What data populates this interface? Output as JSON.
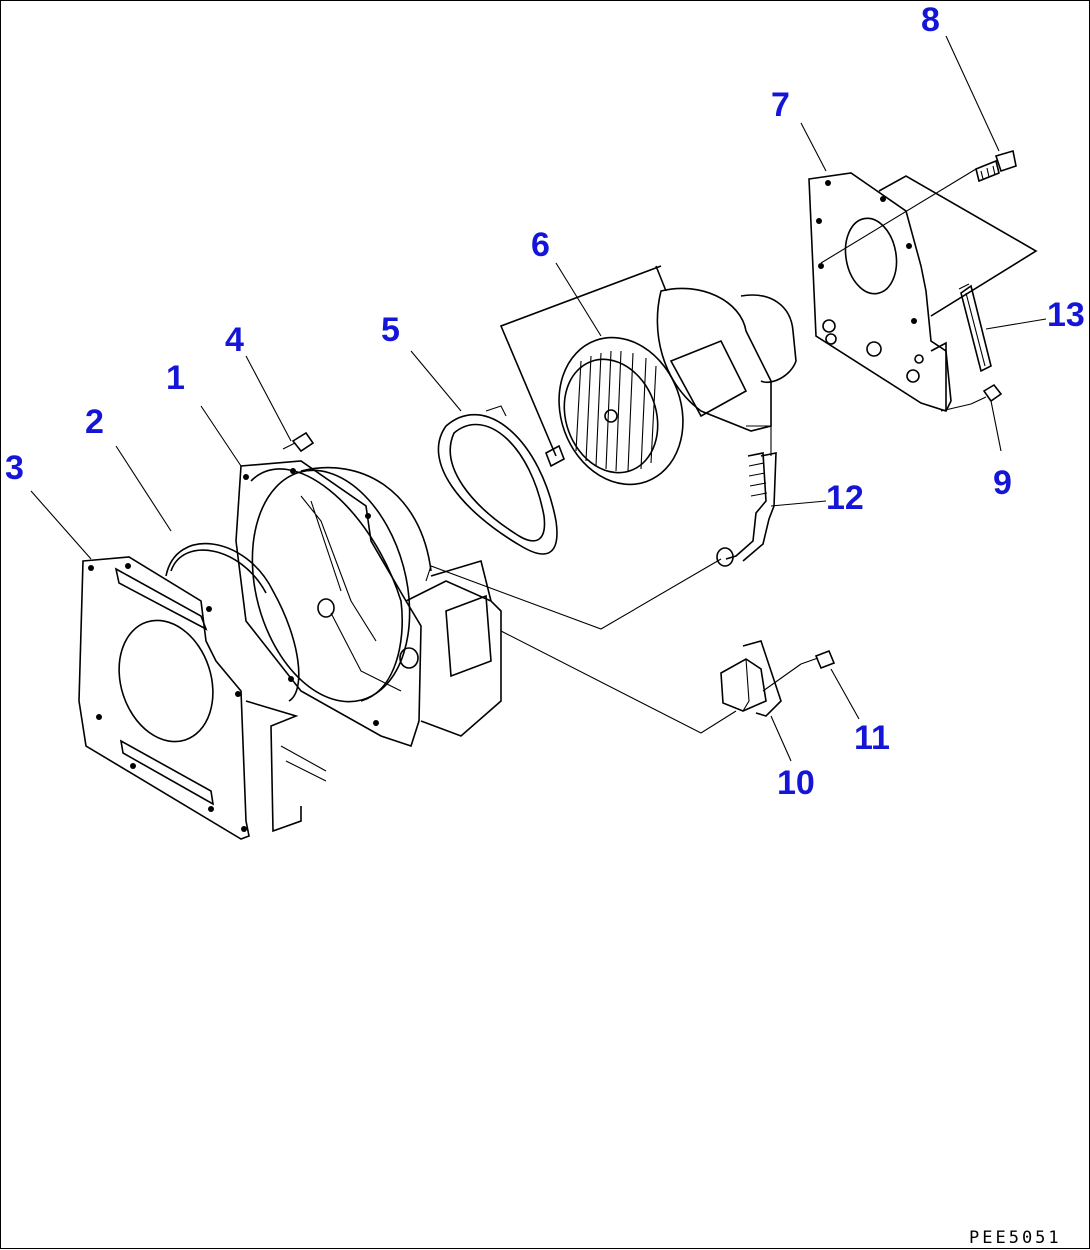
{
  "colors": {
    "callout": "#1515d8",
    "line": "#000000",
    "background": "#ffffff"
  },
  "callouts": [
    {
      "id": "1",
      "label": "1"
    },
    {
      "id": "2",
      "label": "2"
    },
    {
      "id": "3",
      "label": "3"
    },
    {
      "id": "4",
      "label": "4"
    },
    {
      "id": "5",
      "label": "5"
    },
    {
      "id": "6",
      "label": "6"
    },
    {
      "id": "7",
      "label": "7"
    },
    {
      "id": "8",
      "label": "8"
    },
    {
      "id": "9",
      "label": "9"
    },
    {
      "id": "10",
      "label": "10"
    },
    {
      "id": "11",
      "label": "11"
    },
    {
      "id": "12",
      "label": "12"
    },
    {
      "id": "13",
      "label": "13"
    }
  ],
  "drawing_code": "PEE5051"
}
